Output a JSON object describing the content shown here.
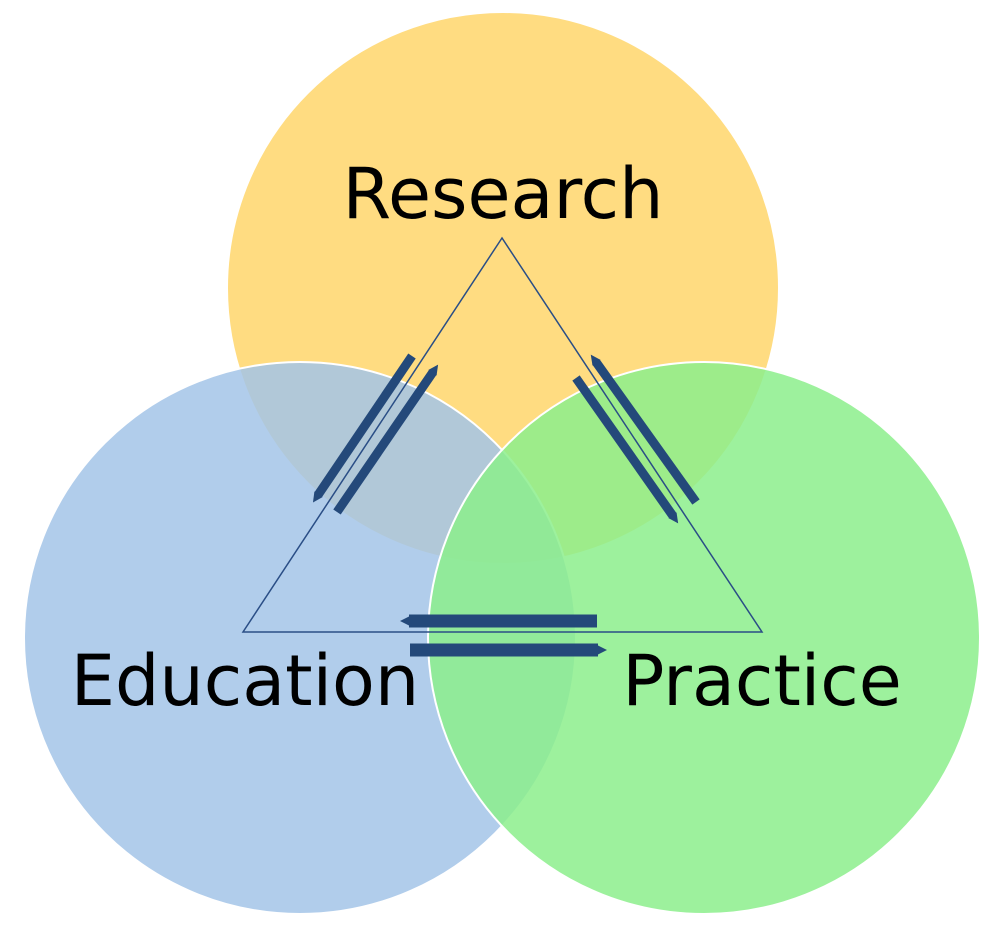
{
  "diagram": {
    "labels": {
      "research": "Research",
      "education": "Education",
      "practice": "Practice"
    },
    "colors": {
      "research_circle": "#FFD66B",
      "education_circle": "#A3C4E8",
      "practice_circle": "#8CEE8C",
      "arrows": "#24497A",
      "triangle": "#2A4E86",
      "background": "#FFFFFF"
    }
  }
}
